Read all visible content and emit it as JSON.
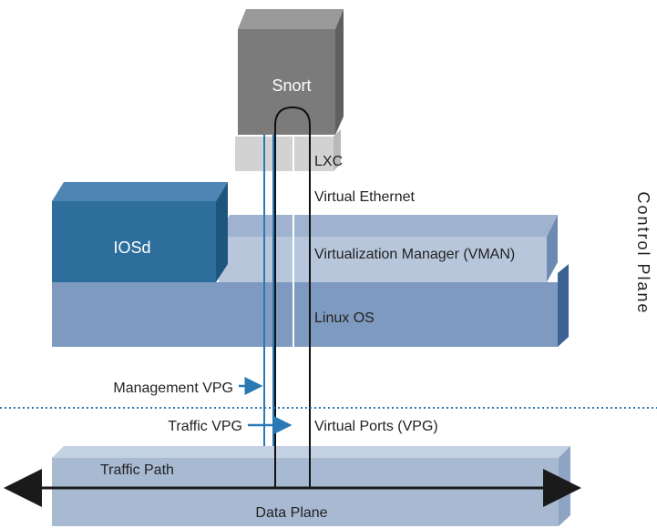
{
  "labels": {
    "snort": "Snort",
    "lxc": "LXC",
    "virtual_ethernet": "Virtual Ethernet",
    "iosd": "IOSd",
    "vman": "Virtualization Manager (VMAN)",
    "linux_os": "Linux OS",
    "management_vpg": "Management VPG",
    "traffic_vpg": "Traffic VPG",
    "virtual_ports": "Virtual Ports (VPG)",
    "traffic_path": "Traffic Path",
    "data_plane": "Data Plane",
    "control_plane": "Control Plane"
  },
  "colors": {
    "snort_box": "#7b7b7b",
    "lxc_box": "#d2d2d2",
    "iosd_box": "#2d6e9c",
    "vman_box": "#b7c6da",
    "linux_box": "#7f9ac0",
    "data_plane_box": "#a8b9d2",
    "vpg_arrow": "#2a79b4",
    "separator": "#2a79b4"
  }
}
